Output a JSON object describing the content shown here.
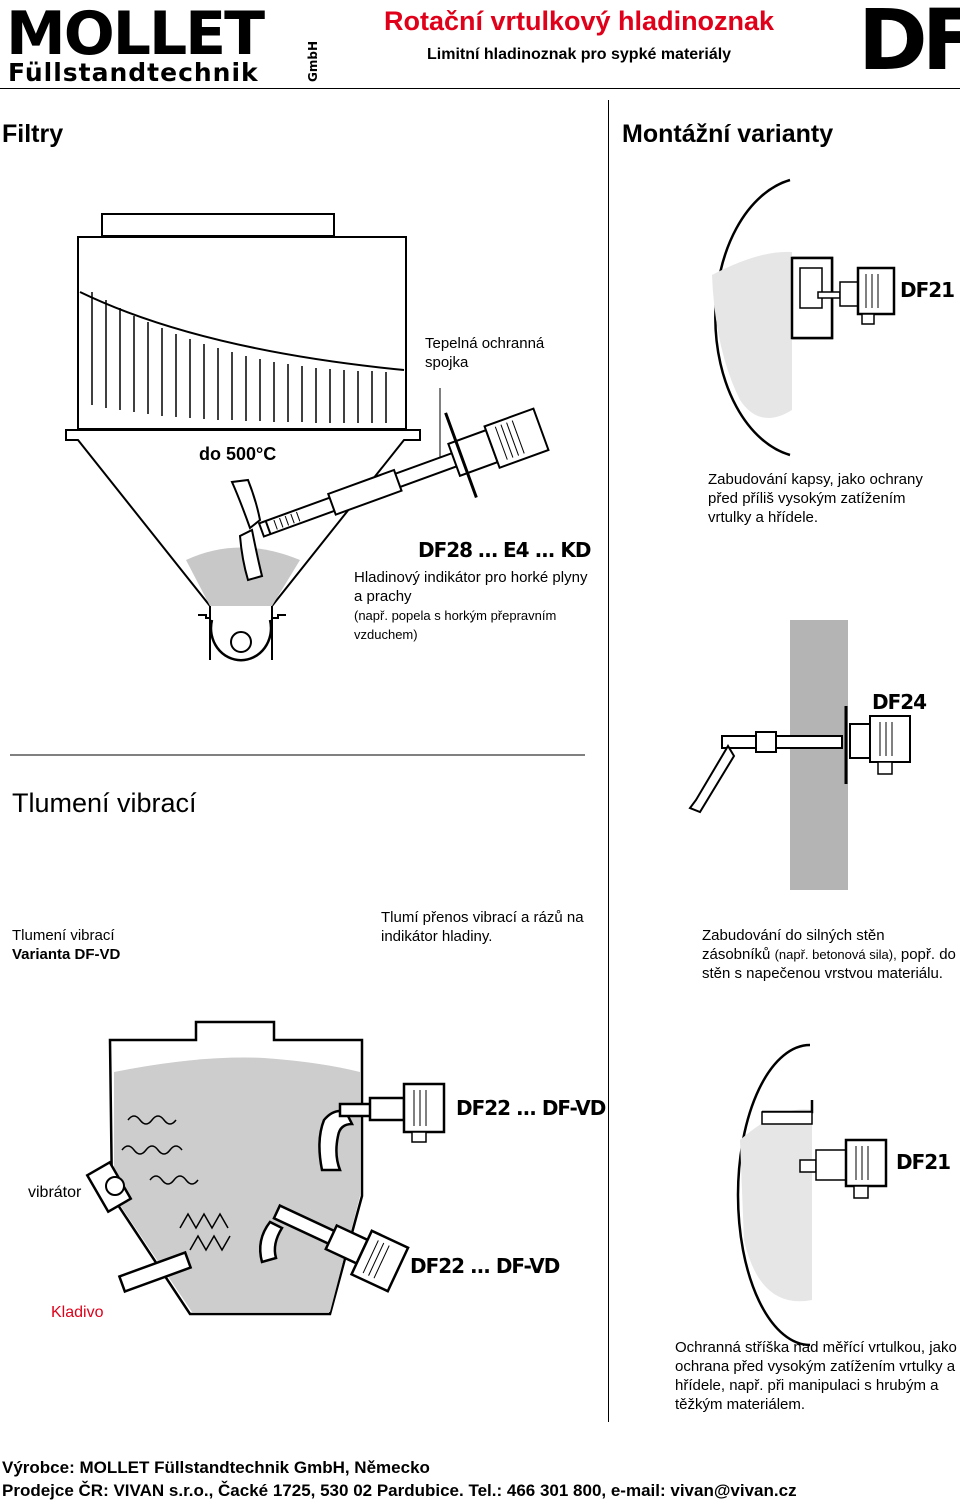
{
  "header": {
    "logo_word": "MOLLET",
    "logo_sub": "Füllstandtechnik",
    "logo_gmbh": "GmbH",
    "title": "Rotační vrtulkový hladinoznak",
    "subtitle": "Limitní hladinoznak pro sypké materiály",
    "df_logo": "DF"
  },
  "sections": {
    "filtry": "Filtry",
    "montaz": "Montážní varianty",
    "tlumeni": "Tlumení vibrací"
  },
  "filtry": {
    "spojka": "Tepelná ochranná spojka",
    "temp": "do 500°C",
    "model": "DF28 … E4 ... KD",
    "desc_main": "Hladinový indikátor pro horké plyny a prachy",
    "desc_small": "(např. popela s horkým přepravním vzduchem)"
  },
  "montaz": {
    "df21_top_label": "DF21",
    "kapsa_text": "Zabudování kapsy, jako ochrany před příliš vysokým zatížením vrtulky a hřídele.",
    "df24_label": "DF24",
    "wall_text_a": "Zabudování do silných stěn zásobníků",
    "wall_text_small": "(např. betonová sila),",
    "wall_text_b": "popř. do stěn s napečenou vrstvou materiálu.",
    "df21_bottom_label": "DF21",
    "roof_text": "Ochranná stříška nad měřící vrtulkou, jako ochrana před vysokým zatížením vrtulky a hřídele, např. při manipulaci s hrubým a těžkým materiálem."
  },
  "tlumeni": {
    "label_a": "Tlumení vibrací",
    "label_b": "Varianta DF-VD",
    "desc": "Tlumí přenos vibrací a rázů na indikátor hladiny.",
    "vd_top": "DF22 ... DF-VD",
    "vd_bottom": "DF22 ... DF-VD",
    "vibrator": "vibrátor",
    "kladivo": "Kladivo"
  },
  "footer": {
    "line1": "Výrobce: MOLLET Füllstandtechnik GmbH, Německo",
    "line2": "Prodejce ČR: VIVAN s.r.o., Čacké 1725, 530 02 Pardubice. Tel.: 466 301 800, e-mail: vivan@vivan.cz"
  },
  "colors": {
    "accent_red": "#e0001a",
    "fill_gray": "#c8c8c8",
    "wall_gray": "#b4b4b4"
  }
}
